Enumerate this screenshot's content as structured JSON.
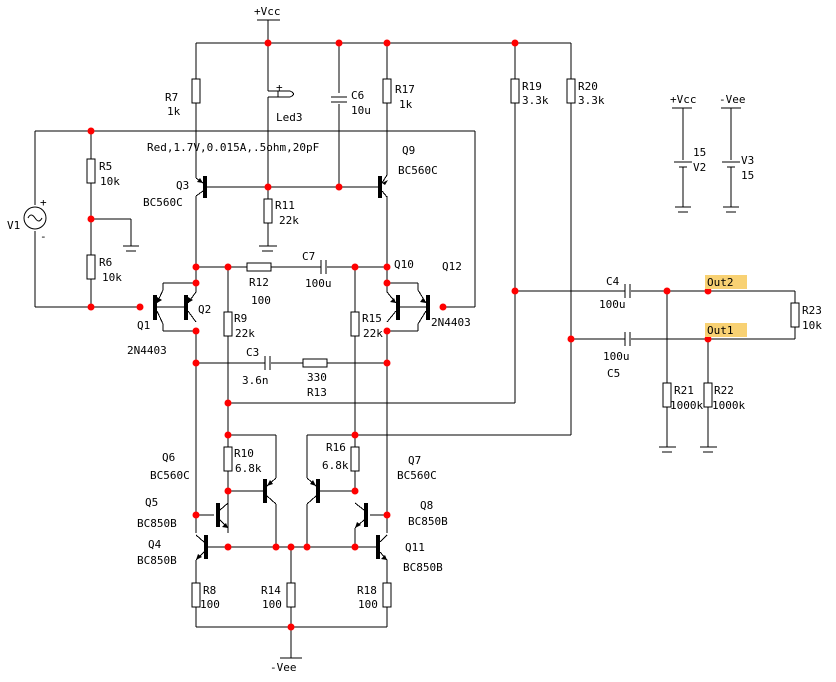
{
  "diagram": {
    "type": "schematic",
    "title": "Differential amplifier with LED reference and complementary outputs",
    "supplies": {
      "vcc_label": "+Vcc",
      "vee_label": "-Vee",
      "v2": {
        "name": "V2",
        "value": "15",
        "net": "+Vcc"
      },
      "v3": {
        "name": "V3",
        "value": "15",
        "net": "-Vee"
      }
    },
    "source": {
      "name": "V1",
      "plus": "+",
      "minus": "-"
    },
    "led": {
      "name": "Led3",
      "plus": "+",
      "params": "Red,1.7V,0.015A,.5ohm,20pF"
    },
    "resistors": [
      {
        "name": "R5",
        "value": "10k"
      },
      {
        "name": "R6",
        "value": "10k"
      },
      {
        "name": "R7",
        "value": "1k"
      },
      {
        "name": "R8",
        "value": "100"
      },
      {
        "name": "R9",
        "value": "22k"
      },
      {
        "name": "R10",
        "value": "6.8k"
      },
      {
        "name": "R11",
        "value": "22k"
      },
      {
        "name": "R12",
        "value": "100"
      },
      {
        "name": "R13",
        "value": "330"
      },
      {
        "name": "R14",
        "value": "100"
      },
      {
        "name": "R15",
        "value": "22k"
      },
      {
        "name": "R16",
        "value": "6.8k"
      },
      {
        "name": "R17",
        "value": "1k"
      },
      {
        "name": "R18",
        "value": "100"
      },
      {
        "name": "R19",
        "value": "3.3k"
      },
      {
        "name": "R20",
        "value": "3.3k"
      },
      {
        "name": "R21",
        "value": "1000k"
      },
      {
        "name": "R22",
        "value": "1000k"
      },
      {
        "name": "R23",
        "value": "10k"
      }
    ],
    "capacitors": [
      {
        "name": "C3",
        "value": "3.6n"
      },
      {
        "name": "C4",
        "value": "100u"
      },
      {
        "name": "C5",
        "value": "100u"
      },
      {
        "name": "C6",
        "value": "10u"
      },
      {
        "name": "C7",
        "value": "100u"
      }
    ],
    "transistors": [
      {
        "name": "Q1",
        "model": "2N4403"
      },
      {
        "name": "Q2",
        "model": ""
      },
      {
        "name": "Q3",
        "model": "BC560C"
      },
      {
        "name": "Q4",
        "model": "BC850B"
      },
      {
        "name": "Q5",
        "model": "BC850B"
      },
      {
        "name": "Q6",
        "model": "BC560C"
      },
      {
        "name": "Q7",
        "model": "BC560C"
      },
      {
        "name": "Q8",
        "model": "BC850B"
      },
      {
        "name": "Q9",
        "model": "BC560C"
      },
      {
        "name": "Q10",
        "model": ""
      },
      {
        "name": "Q11",
        "model": "BC850B"
      },
      {
        "name": "Q12",
        "model": "2N4403"
      }
    ],
    "outputs": [
      {
        "name": "Out2",
        "highlight": "#f8d173"
      },
      {
        "name": "Out1",
        "highlight": "#f8d173"
      }
    ],
    "colors": {
      "wire": "#000000",
      "node": "#ff0000",
      "output_tag": "#f8d173"
    }
  }
}
